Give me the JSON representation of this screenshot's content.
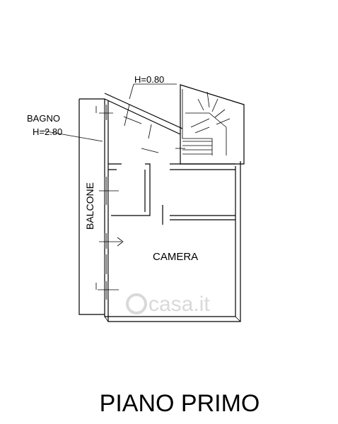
{
  "labels": {
    "h_080": "H=0.80",
    "bagno": "BAGNO",
    "h_280": "H=2.80",
    "balcone": "BALCONE",
    "camera": "CAMERA",
    "title": "PIANO PRIMO"
  },
  "watermark": "casa.it",
  "colors": {
    "ink": "#000000",
    "watermark": "#d9d9d9"
  }
}
